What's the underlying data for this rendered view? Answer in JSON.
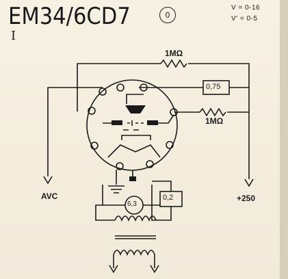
{
  "header": {
    "title": "EM34/6CD7",
    "base_code": "0",
    "subtitle": "I",
    "spec_line_1": "V = 0-16",
    "spec_line_2": "V' = 0-5"
  },
  "components": {
    "resistor_top": "1MΩ",
    "resistor_right": "1MΩ",
    "box_top": "0,75",
    "box_bottom": "0,2",
    "heater_voltage": "6,3"
  },
  "terminals": {
    "avc": "AVC",
    "supply": "+250"
  }
}
